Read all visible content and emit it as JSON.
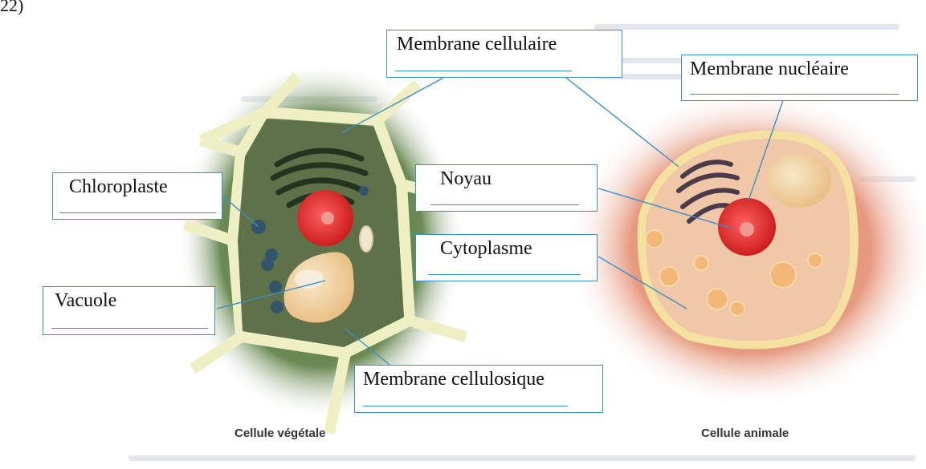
{
  "page_marker": "22)",
  "labels": {
    "membrane_cellulaire": "Membrane cellulaire",
    "membrane_nucleaire": "Membrane nucléaire",
    "chloroplaste": "Chloroplaste",
    "noyau": "Noyau",
    "cytoplasme": "Cytoplasme",
    "vacuole": "Vacuole",
    "membrane_cellulosique": "Membrane cellulosique"
  },
  "captions": {
    "plant": "Cellule végétale",
    "animal": "Cellule animale"
  },
  "colors": {
    "label_border": "#3b8fc6",
    "leader_line": "#3b8fc6",
    "plant_wall": "#eef0c4",
    "plant_cytoplasm": "#5f7148",
    "animal_cytoplasm": "#f0c8a8",
    "nucleus": "#d92a2a"
  }
}
